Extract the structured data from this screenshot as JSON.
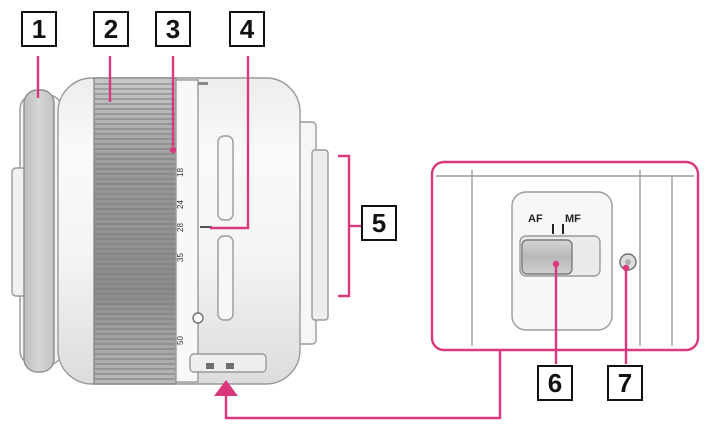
{
  "callouts": {
    "c1": "1",
    "c2": "2",
    "c3": "3",
    "c4": "4",
    "c5": "5",
    "c6": "6",
    "c7": "7"
  },
  "zoom_scale": [
    "50",
    "35",
    "28",
    "24",
    "18"
  ],
  "switch": {
    "af": "AF",
    "mf": "MF"
  },
  "colors": {
    "callout_line": "#d9387c",
    "lens_body": "#f2f2f2",
    "grip": "#9c9c9c",
    "inset_border": "#d9387c"
  }
}
